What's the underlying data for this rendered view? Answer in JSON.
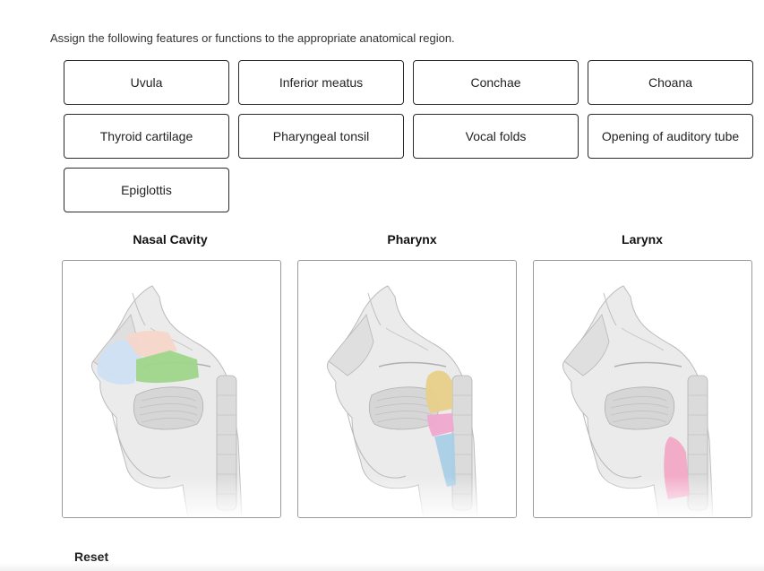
{
  "instruction": "Assign the following features or functions to the appropriate anatomical region.",
  "chips": [
    {
      "label": "Uvula"
    },
    {
      "label": "Inferior meatus"
    },
    {
      "label": "Conchae"
    },
    {
      "label": "Choana"
    },
    {
      "label": "Thyroid cartilage"
    },
    {
      "label": "Pharyngeal tonsil"
    },
    {
      "label": "Vocal folds"
    },
    {
      "label": "Opening of auditory tube"
    },
    {
      "label": "Epiglottis"
    }
  ],
  "regions": [
    {
      "title": "Nasal Cavity",
      "highlight": "nasal"
    },
    {
      "title": "Pharynx",
      "highlight": "pharynx"
    },
    {
      "title": "Larynx",
      "highlight": "larynx"
    }
  ],
  "reset_label": "Reset",
  "colors": {
    "nasal_vestibule": "#cfe0f3",
    "nasal_upper": "#f6d6c9",
    "nasal_conchae": "#9fd68a",
    "nasopharynx": "#e8d08a",
    "oropharynx": "#f0a8cf",
    "laryngopharynx": "#a9cfe6",
    "larynx": "#f3a9c6"
  }
}
